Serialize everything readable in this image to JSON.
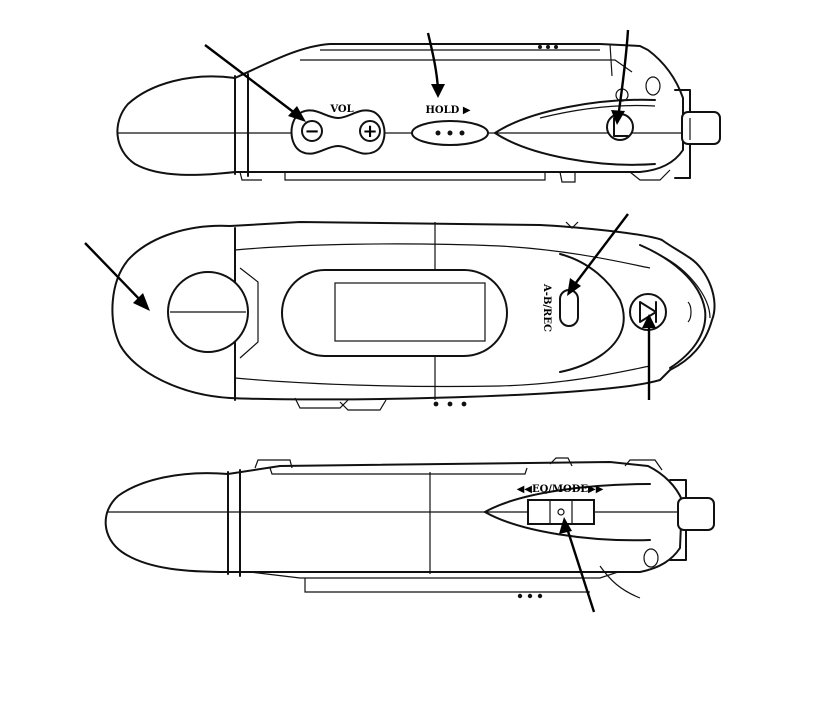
{
  "labels": {
    "vol": "VOL",
    "minus": "−",
    "plus": "+",
    "hold": "HOLD ▶",
    "ab_rec": "A-B/REC",
    "eq_mode": "◀◀EQ/MODE▶▶"
  }
}
